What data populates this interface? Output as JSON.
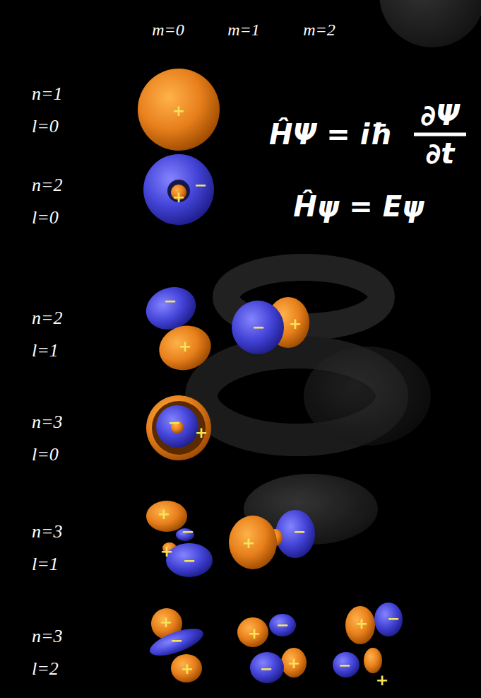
{
  "diagram": {
    "labels": [
      "m=0",
      "m=1",
      "m=2",
      "n=1 l=0",
      "+",
      "ĤΨ = iħ",
      "∂Ψ",
      "∂t",
      "n=2 l=0",
      "+",
      "−",
      "Ĥψ = Eψ",
      "n=2 l=1",
      "−",
      "−",
      "+",
      "+",
      "n=3 l=0",
      "−",
      "+",
      "n=3 l=1",
      "+",
      "−",
      "−",
      "+",
      "+",
      "−",
      "n=3 l=2",
      "+",
      "+",
      "−",
      "+",
      "−",
      "−",
      "+",
      "−",
      "−",
      "+",
      "+"
    ]
  }
}
